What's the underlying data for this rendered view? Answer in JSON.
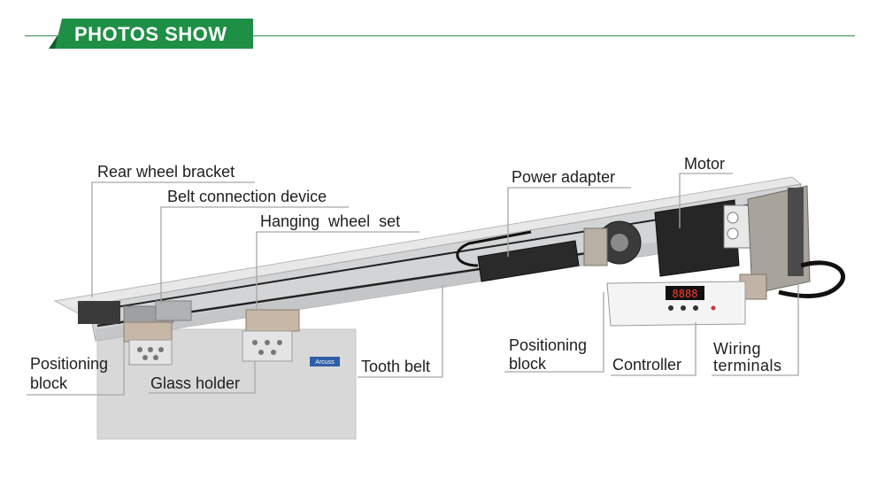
{
  "header": {
    "title": "PHOTOS SHOW",
    "accent_color": "#1f8f45"
  },
  "panel": {
    "logo_text": "Arcuss"
  },
  "controller": {
    "display_digits": "8888"
  },
  "labels": {
    "rear_wheel_bracket": "Rear wheel bracket",
    "belt_connection_device": "Belt connection device",
    "hanging_wheel_set": "Hanging  wheel  set",
    "power_adapter": "Power adapter",
    "motor": "Motor",
    "positioning_block_left_1": "Positioning",
    "positioning_block_left_2": "block",
    "glass_holder": "Glass holder",
    "tooth_belt": "Tooth belt",
    "positioning_block_right_1": "Positioning",
    "positioning_block_right_2": "block",
    "controller": "Controller",
    "wiring_terminals_1": "Wiring",
    "wiring_terminals_2": "terminals"
  }
}
